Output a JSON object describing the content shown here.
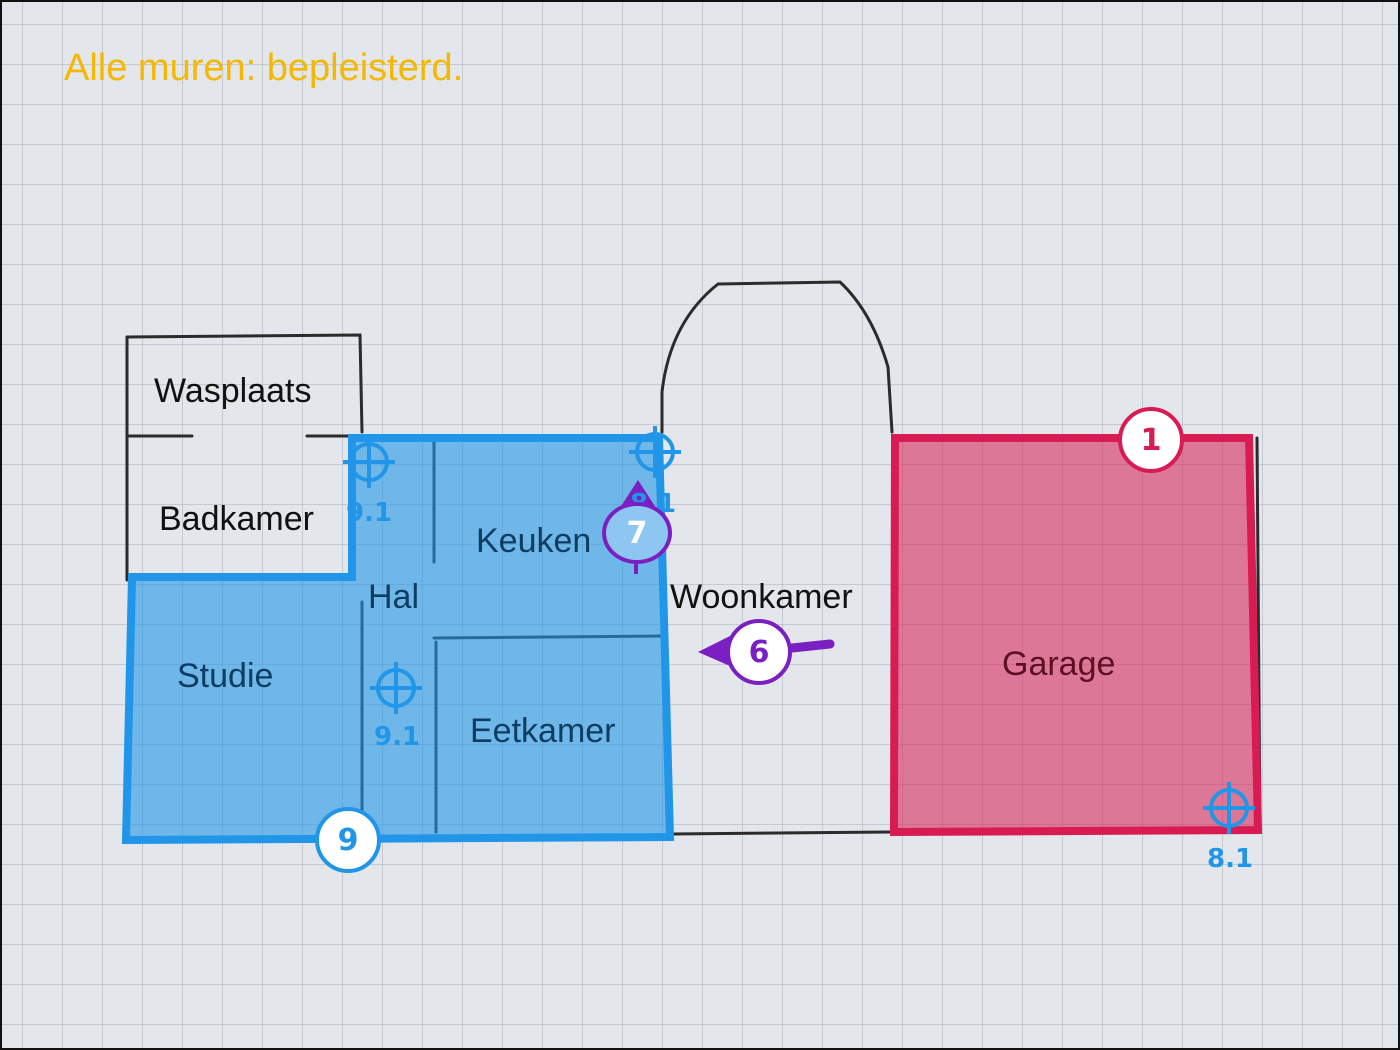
{
  "note": "Alle muren: bepleisterd.",
  "rooms": {
    "wasplaats": "Wasplaats",
    "badkamer": "Badkamer",
    "keuken": "Keuken",
    "hal": "Hal",
    "woonkamer": "Woonkamer",
    "studie": "Studie",
    "eetkamer": "Eetkamer",
    "garage": "Garage"
  },
  "markers": {
    "garage_zone": "1",
    "arrow_marker": "6",
    "keuken_marker": "7",
    "blue_zone": "9"
  },
  "points": {
    "badkamer_corner": "9.1",
    "keuken_corner": "8.1",
    "hal_center": "9.1",
    "garage_corner": "8.1"
  },
  "colors": {
    "paper": "#e3e6ea",
    "note": "#f5b800",
    "blue_zone": "#2196e8",
    "red_zone": "#d81b52",
    "arrow": "#7a1fc2"
  },
  "icons": [
    "crosshair-icon",
    "arrow-left-icon"
  ]
}
